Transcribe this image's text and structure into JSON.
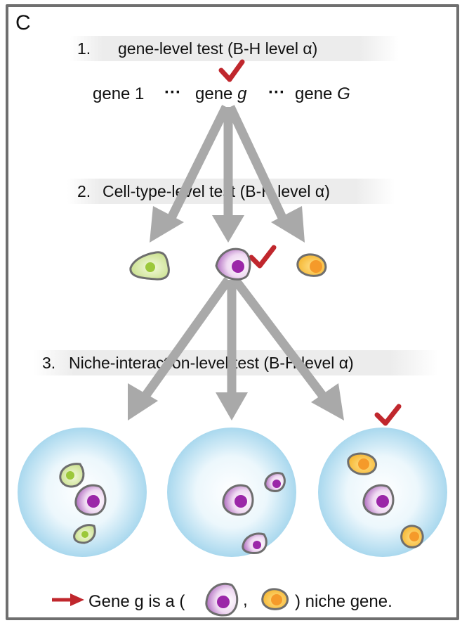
{
  "panel_label": "C",
  "steps": [
    {
      "number": "1.",
      "text": "gene-level test (B-H level α)"
    },
    {
      "number": "2.",
      "text": "Cell-type-level test (B-H level α)"
    },
    {
      "number": "3.",
      "text": "Niche-interaction-level test (B-H level α)"
    }
  ],
  "genes": {
    "first": "gene 1",
    "sep1": "···",
    "mid_prefix": "gene",
    "mid_var": "g",
    "sep2": "···",
    "last_prefix": "gene",
    "last_var": "G"
  },
  "legend": {
    "prefix": "Gene g is a (",
    "comma": ",",
    "suffix": ") niche gene."
  },
  "colors": {
    "check": "#c0272d",
    "arrow": "#a9a9a9",
    "cell_green": "#d7eaa6",
    "cell_purple": "#cfa1d8",
    "cell_yellow": "#f7bb3c",
    "niche": "#bfe3f2"
  }
}
